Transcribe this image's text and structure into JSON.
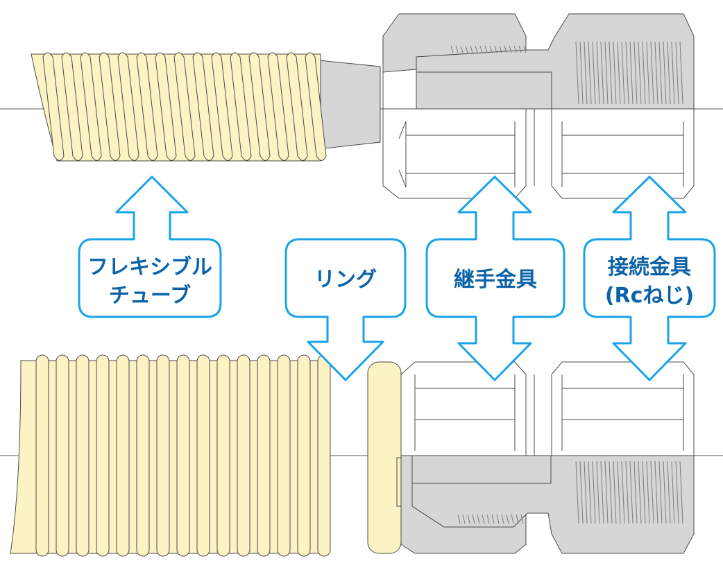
{
  "labels": {
    "flex_tube_line1": "フレキシブル",
    "flex_tube_line2": "チューブ",
    "ring": "リング",
    "fitting": "継手金具",
    "connector_line1": "接続金具",
    "connector_line2": "(Rcねじ)"
  },
  "colors": {
    "tube_fill": "#fbf3c3",
    "metal_section": "#d6d6d6",
    "metal_body": "#ffffff",
    "outline": "#4a4a4a",
    "arrow_stroke": "#1aa3e8",
    "label_text": "#0b62a8",
    "thread": "#7a7a7a"
  },
  "icons": [
    "double-arrow-icon",
    "down-arrow-icon"
  ]
}
